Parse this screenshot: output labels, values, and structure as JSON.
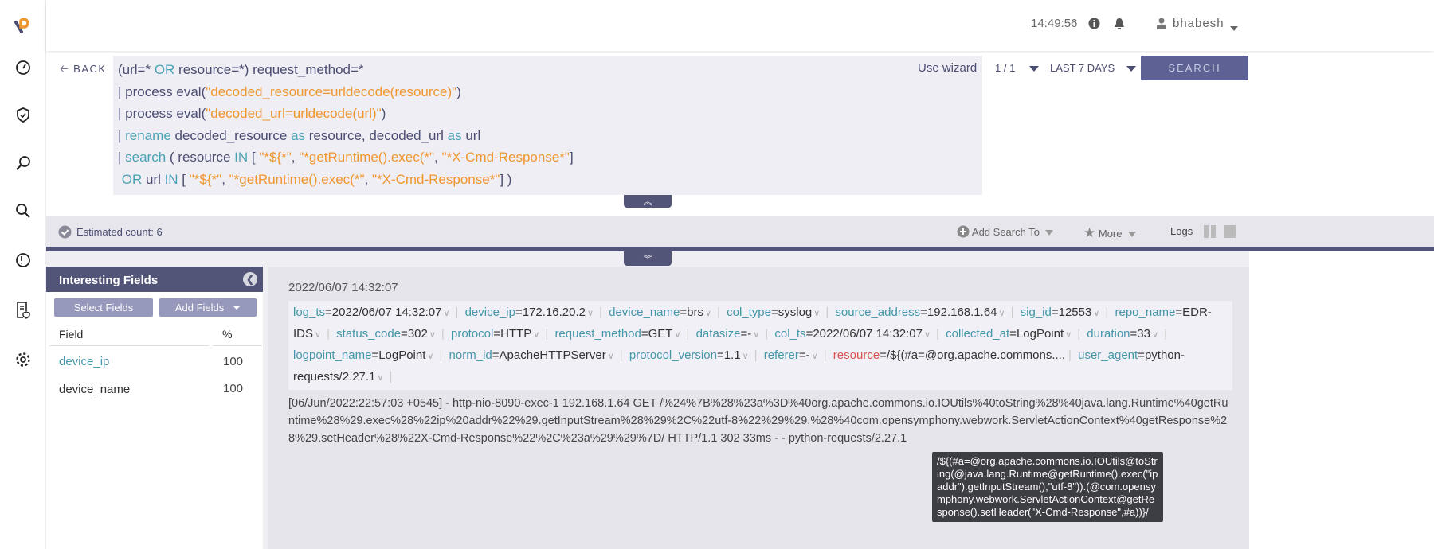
{
  "app": {
    "brand_color": "#f0962e",
    "accent": "#525577"
  },
  "sidebar": {
    "items": [
      {
        "icon": "logo-icon"
      },
      {
        "icon": "dashboard-icon"
      },
      {
        "icon": "shield-check-icon"
      },
      {
        "icon": "investigate-icon"
      },
      {
        "icon": "search-icon"
      },
      {
        "icon": "incident-icon"
      },
      {
        "icon": "report-icon"
      },
      {
        "icon": "gear-icon"
      }
    ]
  },
  "topbar": {
    "time": "14:49:56",
    "user": "bhabesh"
  },
  "search": {
    "back_label": "BACK",
    "query_lines": [
      [
        [
          "(url=* ",
          "n"
        ],
        [
          "OR",
          "k"
        ],
        [
          " resource=*) request_method=*",
          "n"
        ]
      ],
      [
        [
          "| process eval(",
          "n"
        ],
        [
          "\"decoded_resource=urldecode(resource)\"",
          "s"
        ],
        [
          ")",
          "n"
        ]
      ],
      [
        [
          "| process eval(",
          "n"
        ],
        [
          "\"decoded_url=urldecode(url)\"",
          "s"
        ],
        [
          ")",
          "n"
        ]
      ],
      [
        [
          "| ",
          "n"
        ],
        [
          "rename",
          "k"
        ],
        [
          " decoded_resource ",
          "n"
        ],
        [
          "as",
          "k"
        ],
        [
          " resource, decoded_url ",
          "n"
        ],
        [
          "as",
          "k"
        ],
        [
          " url",
          "n"
        ]
      ],
      [
        [
          "| ",
          "n"
        ],
        [
          "search",
          "k"
        ],
        [
          " ( resource ",
          "n"
        ],
        [
          "IN",
          "k"
        ],
        [
          " [ ",
          "n"
        ],
        [
          "\"*${*\"",
          "s"
        ],
        [
          ", ",
          "n"
        ],
        [
          "\"*getRuntime().exec(*\"",
          "s"
        ],
        [
          ", ",
          "n"
        ],
        [
          "\"*X-Cmd-Response*\"",
          "s"
        ],
        [
          "]",
          "n"
        ]
      ],
      [
        [
          " ",
          "n"
        ],
        [
          "OR",
          "k"
        ],
        [
          " url ",
          "n"
        ],
        [
          "IN",
          "k"
        ],
        [
          " [ ",
          "n"
        ],
        [
          "\"*${*\"",
          "s"
        ],
        [
          ", ",
          "n"
        ],
        [
          "\"*getRuntime().exec(*\"",
          "s"
        ],
        [
          ", ",
          "n"
        ],
        [
          "\"*X-Cmd-Response*\"",
          "s"
        ],
        [
          "] )",
          "n"
        ]
      ]
    ],
    "use_wizard": "Use wizard",
    "pager": "1 / 1",
    "time_range": "LAST 7 DAYS",
    "search_button": "SEARCH"
  },
  "statusbar": {
    "estimated_count": "Estimated count: 6",
    "add_search_to": "Add Search To",
    "more": "More",
    "logs": "Logs"
  },
  "interesting_fields": {
    "title": "Interesting Fields",
    "select_fields": "Select Fields",
    "add_fields": "Add Fields",
    "columns": [
      "Field",
      "%"
    ],
    "rows": [
      {
        "field": "device_ip",
        "pct": "100"
      },
      {
        "field": "device_name",
        "pct": "100"
      }
    ]
  },
  "result": {
    "timestamp": "2022/06/07 14:32:07",
    "fields": [
      {
        "k": "log_ts",
        "v": "2022/06/07 14:32:07"
      },
      {
        "k": "device_ip",
        "v": "172.16.20.2"
      },
      {
        "k": "device_name",
        "v": "brs"
      },
      {
        "k": "col_type",
        "v": "syslog"
      },
      {
        "k": "source_address",
        "v": "192.168.1.64"
      },
      {
        "k": "sig_id",
        "v": "12553"
      },
      {
        "k": "repo_name",
        "v": "EDR-IDS"
      },
      {
        "k": "status_code",
        "v": "302"
      },
      {
        "k": "protocol",
        "v": "HTTP"
      },
      {
        "k": "request_method",
        "v": "GET"
      },
      {
        "k": "datasize",
        "v": "-"
      },
      {
        "k": "col_ts",
        "v": "2022/06/07 14:32:07"
      },
      {
        "k": "collected_at",
        "v": "LogPoint"
      },
      {
        "k": "duration",
        "v": "33"
      },
      {
        "k": "logpoint_name",
        "v": "LogPoint"
      },
      {
        "k": "norm_id",
        "v": "ApacheHTTPServer"
      },
      {
        "k": "protocol_version",
        "v": "1.1"
      },
      {
        "k": "referer",
        "v": "-"
      },
      {
        "k": "resource",
        "v": "/${(#a=@org.apache.commons....",
        "highlight": true,
        "nochev": true
      },
      {
        "k": "user_agent",
        "v": "python-requests/2.27.1"
      }
    ],
    "raw": "[06/Jun/2022:22:57:03 +0545] - http-nio-8090-exec-1 192.168.1.64 GET /%24%7B%28%23a%3D%40org.apache.commons.io.IOUtils%40toString%28%40java.lang.Runtime%40getRuntime%28%29.exec%28%22ip%20addr%22%29.getInputStream%28%29%2C%22utf-8%22%29%29.%28%40com.opensymphony.webwork.ServletActionContext%40getResponse%28%29.setHeader%28%22X-Cmd-Response%22%2C%23a%29%29%7D/ HTTP/1.1 302 33ms - - python-requests/2.27.1",
    "tooltip": "/${(#a=@org.apache.commons.io.IOUtils@toString(@java.lang.Runtime@getRuntime().exec(\"ip addr\").getInputStream(),\"utf-8\")).(@com.opensymphony.webwork.ServletActionContext@getResponse().setHeader(\"X-Cmd-Response\",#a))}/"
  }
}
